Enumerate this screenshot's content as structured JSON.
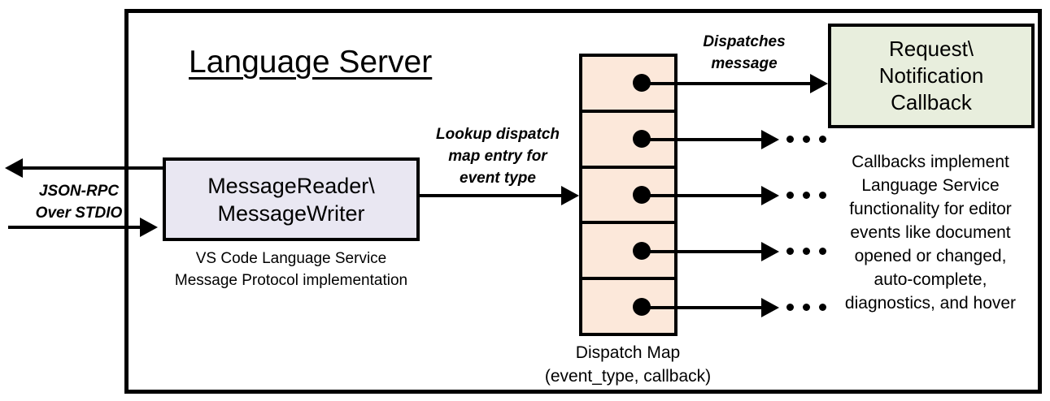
{
  "diagram": {
    "title": "Language Server",
    "frame": {
      "name": "language-server-boundary"
    },
    "message_io": {
      "box_line1": "MessageReader\\",
      "box_line2": "MessageWriter",
      "caption_line1": "VS Code Language Service",
      "caption_line2": "Message Protocol implementation",
      "transport_label_line1": "JSON-RPC",
      "transport_label_line2": "Over STDIO",
      "fill_color": "#E9E7F2"
    },
    "lookup_arrow": {
      "label_line1": "Lookup dispatch",
      "label_line2": "map entry for",
      "label_line3": "event type"
    },
    "dispatch_map": {
      "caption_line1": "Dispatch Map",
      "caption_line2": "(event_type, callback)",
      "fill_color": "#FCE8DA",
      "cells": [
        {
          "id": "dispatch-entry-1"
        },
        {
          "id": "dispatch-entry-2"
        },
        {
          "id": "dispatch-entry-3"
        },
        {
          "id": "dispatch-entry-4"
        },
        {
          "id": "dispatch-entry-5"
        }
      ]
    },
    "dispatch_arrow": {
      "label_line1": "Dispatches",
      "label_line2": "message"
    },
    "callback": {
      "box_line1": "Request\\",
      "box_line2": "Notification",
      "box_line3": "Callback",
      "fill_color": "#E8EEDD",
      "caption_line1": "Callbacks implement",
      "caption_line2": "Language Service",
      "caption_line3": "functionality for editor",
      "caption_line4": "events like document",
      "caption_line5": "opened or changed,",
      "caption_line6": "auto-complete,",
      "caption_line7": "diagnostics, and hover"
    }
  }
}
